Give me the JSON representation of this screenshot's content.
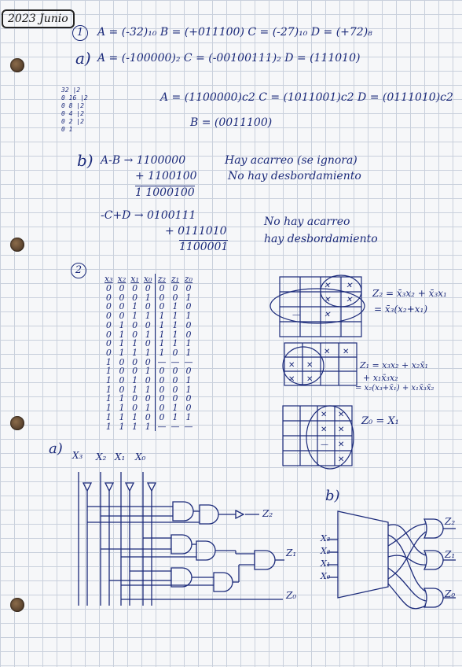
{
  "title": "2023 Junio",
  "ex1": {
    "num": "1",
    "line1": "A = (-32)₁₀   B = (+011100)   C = (-27)₁₀     D = (+72)₈",
    "part_a_label": "a)",
    "line2": "A = (-100000)₂   C = (-00100111)₂   D = (111010)",
    "line3": "A = (1100000)c2   C = (1011001)c2   D = (0111010)c2",
    "line4": "B = (0011100)",
    "division": [
      "32 |2",
      "0  16 |2",
      "    0  8 |2",
      "       0 4 |2",
      "          0 2 |2",
      "             0 1"
    ],
    "part_b_label": "b)",
    "b1_left": "A-B →  1100000",
    "b1_plus": "+ 1100100",
    "b1_result": "1 1000100",
    "b1_note1": "Hay acarreo (se ignora)",
    "b1_note2": "No hay desbordamiento",
    "b2_left": "-C+D →  0100111",
    "b2_plus": "+ 0111010",
    "b2_result": "1100001",
    "b2_note1": "No hay acarreo",
    "b2_note2": "hay desbordamiento"
  },
  "ex2": {
    "num": "2",
    "headers": [
      "x₃",
      "x₂",
      "x₁",
      "x₀",
      "z₂",
      "z₁",
      "z₀"
    ],
    "rows": [
      [
        "0",
        "0",
        "0",
        "0",
        "0",
        "0",
        "0"
      ],
      [
        "0",
        "0",
        "0",
        "1",
        "0",
        "0",
        "1"
      ],
      [
        "0",
        "0",
        "1",
        "0",
        "0",
        "1",
        "0"
      ],
      [
        "0",
        "0",
        "1",
        "1",
        "1",
        "1",
        "1"
      ],
      [
        "0",
        "1",
        "0",
        "0",
        "1",
        "1",
        "0"
      ],
      [
        "0",
        "1",
        "0",
        "1",
        "1",
        "1",
        "0"
      ],
      [
        "0",
        "1",
        "1",
        "0",
        "1",
        "1",
        "1"
      ],
      [
        "0",
        "1",
        "1",
        "1",
        "1",
        "0",
        "1"
      ],
      [
        "1",
        "0",
        "0",
        "0",
        "—",
        "—",
        "—"
      ],
      [
        "1",
        "0",
        "0",
        "1",
        "0",
        "0",
        "0"
      ],
      [
        "1",
        "0",
        "1",
        "0",
        "0",
        "0",
        "1"
      ],
      [
        "1",
        "0",
        "1",
        "1",
        "0",
        "0",
        "1"
      ],
      [
        "1",
        "1",
        "0",
        "0",
        "0",
        "0",
        "0"
      ],
      [
        "1",
        "1",
        "0",
        "1",
        "0",
        "1",
        "0"
      ],
      [
        "1",
        "1",
        "1",
        "0",
        "0",
        "1",
        "1"
      ],
      [
        "1",
        "1",
        "1",
        "1",
        "—",
        "—",
        "—"
      ]
    ],
    "eq_z2": "Z₂ = x̄₃x₂ + x̄₃x₁",
    "eq_z2b": "= x̄₃(x₂+x₁)",
    "eq_z1": "Z₁ = x₃x₂ + x₂x̄₁",
    "eq_z1b": "+ x₁x̄₃x₂",
    "eq_z1c": "= x₂(x₃+x̄₁) + x₁x̄₃x̄₂",
    "eq_z0": "Z₀ = X₁",
    "part_a_label": "a)",
    "inputs": [
      "X₃",
      "X₂",
      "X₁",
      "X₀"
    ],
    "outputs": [
      "Z₂",
      "Z₁",
      "Z₀"
    ],
    "part_b_label": "b)",
    "mux_inputs": [
      "X₃",
      "X₂",
      "X₁",
      "X₀"
    ],
    "mux_outputs": [
      "Z₂",
      "Z₁",
      "Z₀"
    ]
  }
}
